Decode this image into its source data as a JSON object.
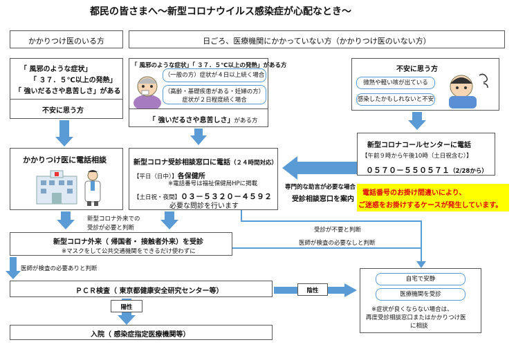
{
  "title": "都民の皆さまへ～新型コロナウイルス感染症が心配なとき～",
  "left_header": "かかりつけ医のいる方",
  "right_header": "日ごろ、医療機関にかかっていない方（かかりつけ医のいない方）",
  "left_symptoms": {
    "line1": "「 風邪のような症状」",
    "line2": "「 ３７．５℃以上の発熱」",
    "line3": "「 強いだるさや息苦しさ」がある",
    "anxious": "不安に思う方"
  },
  "kakaritsuke_consult": "かかりつけ医に電話相談",
  "middle_symptoms": {
    "line1": "「 風邪のような症状」「 ３７．５℃以上の発熱」がある方",
    "general_1": "（一般の方）症状が４日以上続く場合",
    "elderly_1": "（高齢・基礎疾患がある・妊婦の方）",
    "elderly_2": "症状が２日程度続く場合",
    "bottom_a": "「 強いだるさや息苦しさ」",
    "bottom_b": "がある方"
  },
  "anxious_right": {
    "title": "不安に思う方",
    "item1": "微熱や軽い咳が出ている",
    "item2": "感染したかもしれないと不安"
  },
  "consult_center": {
    "title_a": "新型コロナ受診相談窓口に電話",
    "title_b": "（２４時間対応）",
    "weekday_a": "【平日（日中）】",
    "weekday_b": "各保健所",
    "weekday_note": "※電話番号は福祉保健局HPに掲載",
    "holiday_a": "【土日祝・夜間】",
    "holiday_b": "０３－５３２０－４５９２",
    "advice": "必要な問診を行います"
  },
  "call_center": {
    "title": "新型コロナコールセンターに電話",
    "hours": "【午前９時から午後10時（土日祝含む）】",
    "phone_a": "０５７０－５５０５７１",
    "phone_b": "（2/28から）"
  },
  "specialist_note": {
    "line1": "専門的な助言が必要な場合",
    "line2": "受診相談窓口を案内"
  },
  "warning": {
    "line1": "電話番号のお掛け間違いにより、",
    "line2": "ご迷惑をお掛けするケースが発生しています。"
  },
  "outpatient_needed": {
    "line1": "新型コロナ外来での",
    "line2": "受診が必要と判断"
  },
  "no_visit_needed": "受診が不要と判断",
  "no_test_needed": "医師が検査の必要なしと判断",
  "outpatient": {
    "title": "新型コロナ外来（ 帰国者・ 接触者外来）を受診",
    "note": "※マスクをして公共交通機関をできるだけ使わずに"
  },
  "test_needed": "医師が検査の必要ありと判断",
  "pcr": "ＰＣＲ検査（ 東京都健康安全研究センター等）",
  "positive": "陽性",
  "negative": "陰性",
  "home_rest": "自宅で安静",
  "visit_clinic": "医療機関を受診",
  "not_improving": {
    "line1": "※症状が良くならない場合は、",
    "line2": "再度受診相談窓口またはかかりつけ医",
    "line3": "に相談"
  },
  "hospitalization": "入院（ 感染症指定医療機関等）",
  "colors": {
    "arrow": "#5b9bd5",
    "warning_bg": "#ffff00",
    "warning_text": "#e00000",
    "nurse_fill": "#a77bc0"
  }
}
